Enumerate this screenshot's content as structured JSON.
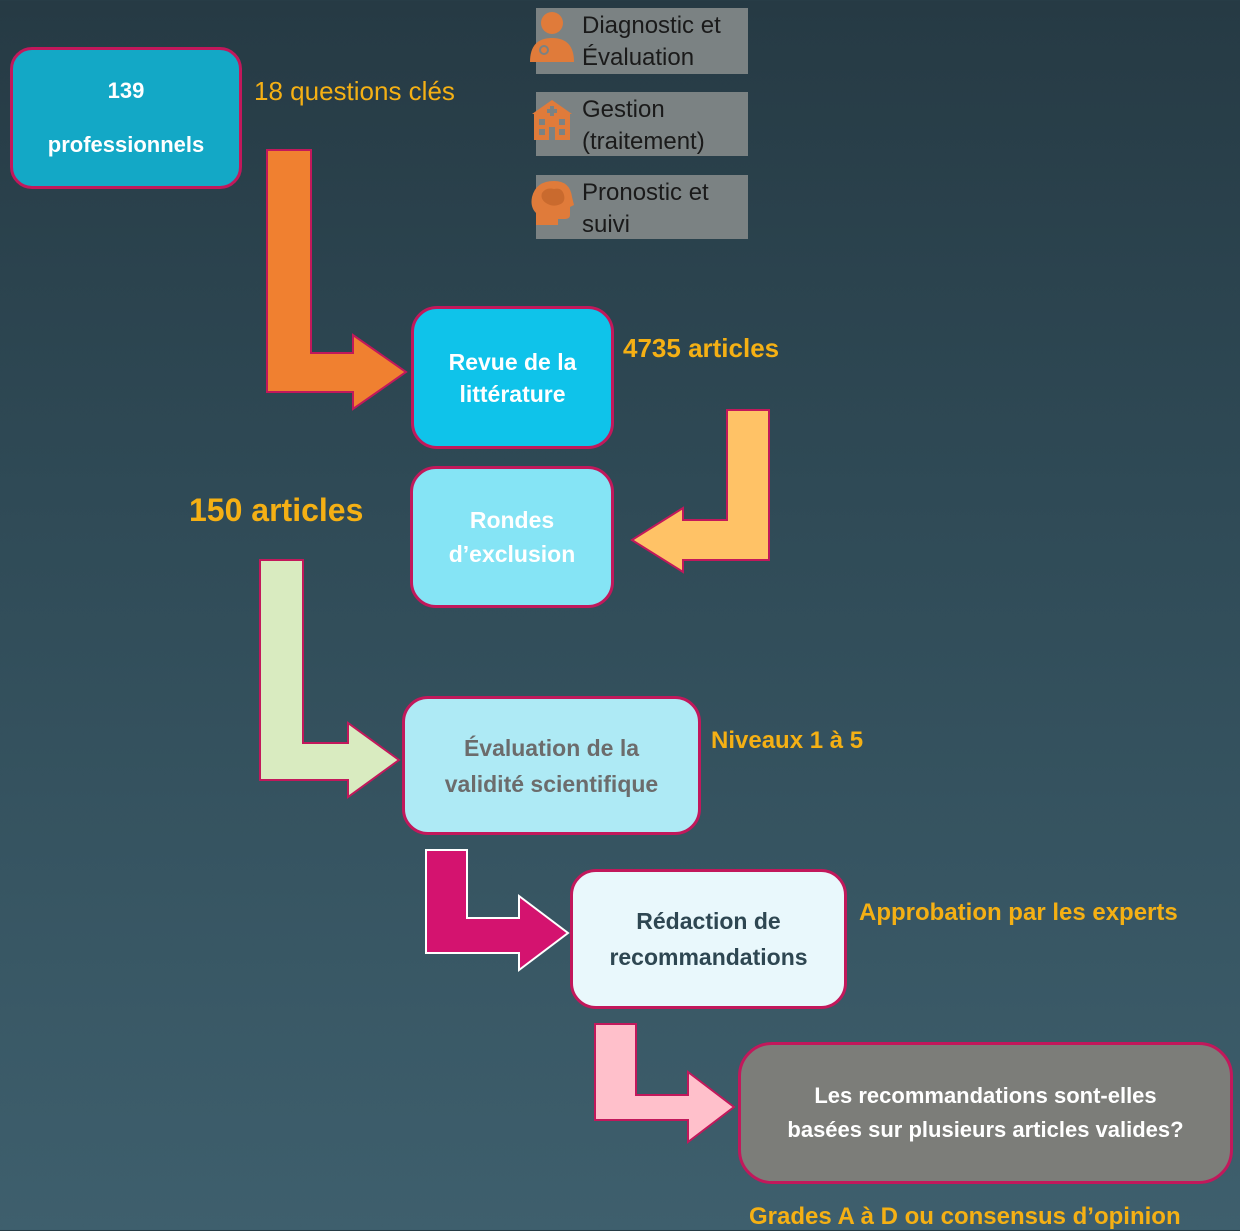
{
  "boxes": {
    "professionals": {
      "line1": "139",
      "line2": "professionnels"
    },
    "review": "Revue de la littérature",
    "exclusion": "Rondes d’exclusion",
    "validity": "Évaluation de la validité scientifique",
    "drafting": "Rédaction de recommandations",
    "question": "Les recommandations sont-elles basées sur plusieurs articles valides?"
  },
  "labels": {
    "questions": "18 questions clés",
    "articles_found": "4735 articles",
    "articles_kept": "150 articles",
    "levels": "Niveaux 1 à 5",
    "approval": "Approbation par les experts",
    "grades": "Grades A à D ou consensus d’opinion"
  },
  "legend": [
    {
      "icon": "doctor-icon",
      "text": "Diagnostic et\nÉvaluation"
    },
    {
      "icon": "hospital-icon",
      "text": "Gestion\n(traitement)"
    },
    {
      "icon": "brain-head-icon",
      "text": "Pronostic et\nsuivi"
    }
  ],
  "colors": {
    "accent_text": "#f5b014",
    "box_border": "#c2185b",
    "arrow_1": "#f08030",
    "arrow_2": "#ffc266",
    "arrow_3": "#d9ebc0",
    "arrow_4": "#d4136f",
    "arrow_5": "#ffc0cb"
  }
}
